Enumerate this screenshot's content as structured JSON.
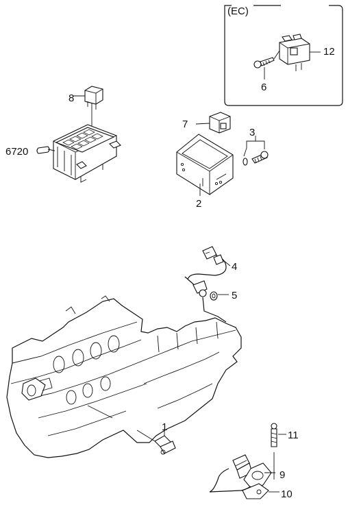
{
  "inset": {
    "label": "(EC)"
  },
  "callouts": {
    "p1": "1",
    "p2": "2",
    "p3": "3",
    "p4": "4",
    "p5": "5",
    "p6": "6",
    "p7": "7",
    "p8": "8",
    "p9": "9",
    "p10": "10",
    "p11": "11",
    "p12": "12",
    "p6720": "6720"
  }
}
